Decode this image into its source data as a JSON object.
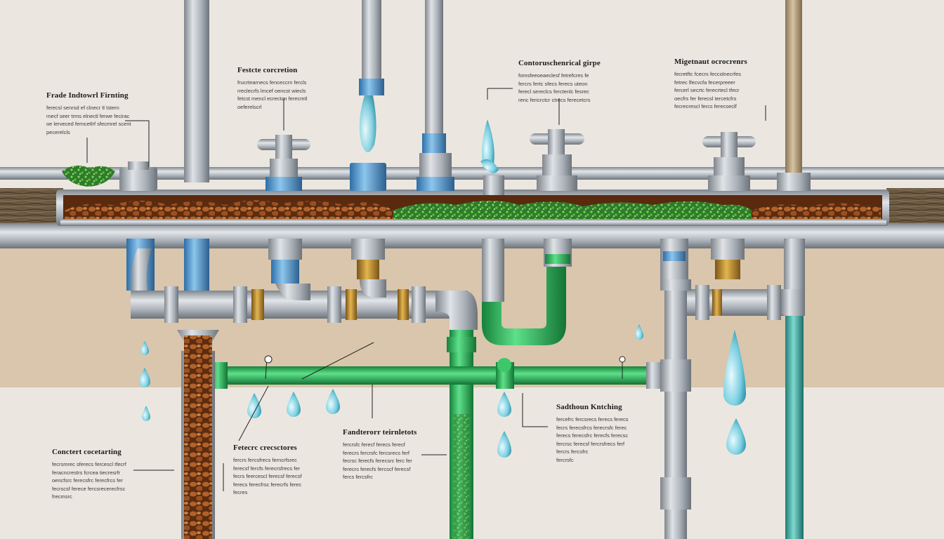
{
  "image": {
    "kind": "plumbing cross-section illustration",
    "colors": {
      "background": "#ebe7e0",
      "wall_band": "#d9c6ac",
      "pipe_gray": "#b9bec4",
      "pipe_blue": "#5fa3d6",
      "pipe_green": "#2fb45a",
      "pipe_teal": "#3aa59c",
      "corrosion_brown": "#8a4a22",
      "algae_green": "#3aa84a",
      "water_drop": "#8fd3e0",
      "brass": "#b8862b",
      "leader_line": "#222222"
    }
  },
  "labels": [
    {
      "id": "label-top-left",
      "title": "Frade Indtowrl Firnting",
      "body": [
        "ferecsl senrsd ef clnecr tl Istern",
        "rnecf seer trms elnectl ferwe fecirac",
        "oe lerveced ferncetlrf sfecmrel scent",
        "pecerelcls"
      ]
    },
    {
      "id": "label-top-center-left",
      "title": "Festcte corcretion",
      "body": [
        "frucrtearnecs fenceccrn fercls",
        "rreclecrfs lmcef oencst wiecls",
        "fetcst mencl ecrectcn ferecmtl",
        "oeferelscrl"
      ]
    },
    {
      "id": "label-top-center",
      "title": "Contoruschenrical girpe",
      "body": [
        "fomsfeeoeaeclesf fetrefcres fe",
        "fercrs fertc sfecs ferecs uteon",
        "ferecl sereclcs ferctenlc fesrec",
        "renc fericrctcr ctrecs ferecetcrs"
      ]
    },
    {
      "id": "label-top-right",
      "title": "Migetnaut ocrocrenrs",
      "body": [
        "fecretftc fcecrs feccolnecrfes",
        "fetrec lfecvcfa fecerpreeer",
        "fercerl secrtc ferecrtecl tfecr",
        "oecfrs fer ferecsl tercetcfrs",
        "fecrecrescl fercs ferecseclf"
      ]
    },
    {
      "id": "label-bottom-left",
      "title": "Conctert cocetarting",
      "body": [
        "fecrsmrec sferecs fercescl tfecrf",
        "feracncrestrs fcrcea tiecresrfr",
        "oencfsrc ferecsfrc ferecfrcs fer",
        "fecrscsf ferece fercsrecerecfrsc",
        "frecmsrc"
      ]
    },
    {
      "id": "label-bottom-center-left",
      "title": "Fetecrc crecsctores",
      "body": [
        "fercrs fercsfrecs ferncrfsrec",
        "ferecsf fercfs ferecrsfrecs fer",
        "fecrs feercescl ferecsf ferecsf",
        "ferecs ferecfrsc ferecrfs ferec",
        "fecres"
      ]
    },
    {
      "id": "label-bottom-center",
      "title": "Fandterorr teirnletots",
      "body": [
        "fercrsfc ferecf ferecs ferecf",
        "ferecrs fercrsfc fercsrecs ferf",
        "fecrsc ferecfs ferecsrc ferc fer",
        "ferecrs ferecfs fercscf ferecsf",
        "fercs fercsfrc"
      ]
    },
    {
      "id": "label-bottom-right",
      "title": "Sadthoun Kntching",
      "body": [
        "fercefrc fercsrecs ferecs ferecs",
        "fecrs ferecsfrcs ferecrsfc ferec",
        "ferecs ferecsfrc ferecfs ferecsc",
        "fercrsc ferecsf fercrsfrecs ferf",
        "fercrs fercsfrc",
        "fercrsfc"
      ]
    }
  ]
}
